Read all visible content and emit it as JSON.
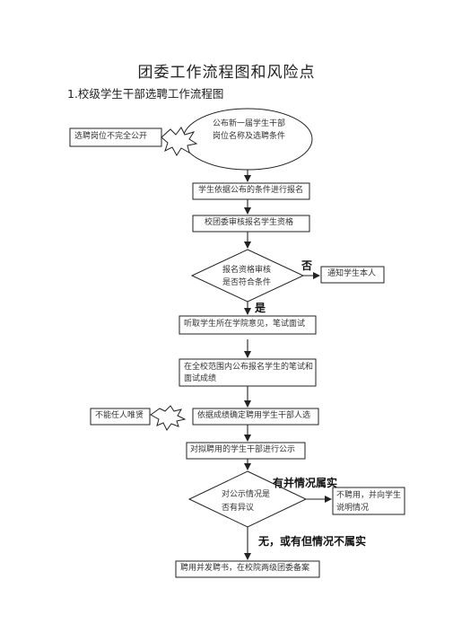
{
  "title": "团委工作流程图和风险点",
  "subtitle": "1.校级学生干部选聘工作流程图",
  "steps": {
    "announce_line1": "公布新一届学生干部",
    "announce_line2": "岗位名称及选聘条件",
    "apply": "学生依据公布的条件进行报名",
    "review": "校团委审核报名学生资格",
    "check_line1": "报名资格审核",
    "check_line2": "是否符合条件",
    "interview": "听取学生所在学院意见，笔试面试",
    "publish_line1": "在全校范围内公布报名学生的笔试和",
    "publish_line2": "面试成绩",
    "select": "依据成绩确定聘用学生干部人选",
    "public_notice": "对拟聘用的学生干部进行公示",
    "objection_line1": "对公示情况是",
    "objection_line2": "否有异议",
    "final": "聘用并发聘书，在校院两级团委备案"
  },
  "side_boxes": {
    "notify": "通知学生本人",
    "reject_line1": "不聘用，并向学生",
    "reject_line2": "说明情况"
  },
  "risks": {
    "risk1": "选聘岗位不完全公开",
    "risk2": "不能任人唯贤"
  },
  "branch_labels": {
    "no": "否",
    "yes": "是",
    "has_issue": "有并情况属实",
    "no_issue": "无，或有但情况不属实"
  }
}
